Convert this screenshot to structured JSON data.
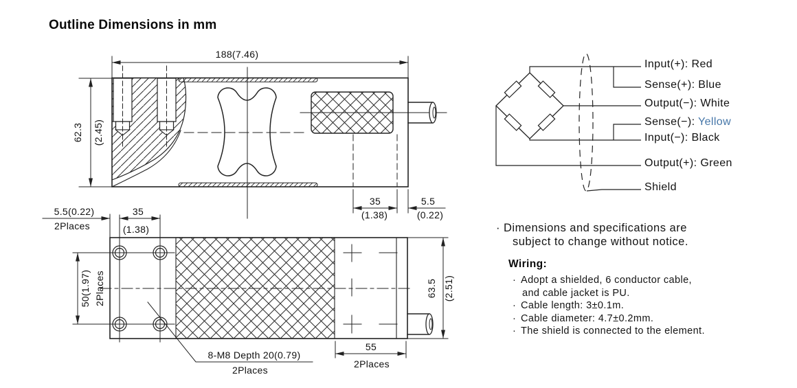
{
  "title": "Outline Dimensions in mm",
  "colors": {
    "line": "#222222",
    "text": "#111111",
    "yellow_label": "#4576a8",
    "background": "#ffffff"
  },
  "top_view": {
    "length": "188(7.46)",
    "height": "62.3",
    "height_in": "(2.45)",
    "offset_35": "35",
    "offset_35_in": "(1.38)",
    "edge_5p5": "5.5",
    "edge_5p5_in": "(0.22)"
  },
  "bottom_view": {
    "edge": "5.5(0.22)",
    "edge_places": "2Places",
    "pitch_35": "35",
    "pitch_35_in": "(1.38)",
    "pitch_50": "50(1.97)",
    "pitch_50_places": "2Places",
    "width": "63.5",
    "width_in": "(2.51)",
    "load_zone_55": "55",
    "load_zone_places": "2Places",
    "thread_note": "8-M8 Depth 20(0.79)",
    "thread_places": "2Places"
  },
  "wiring_diagram": {
    "wires": [
      {
        "label": "Input(+):",
        "color_name": "Red",
        "color": "#111111"
      },
      {
        "label": "Sense(+):",
        "color_name": "Blue",
        "color": "#111111"
      },
      {
        "label": "Output(−):",
        "color_name": "White",
        "color": "#111111"
      },
      {
        "label": "Sense(−):",
        "color_name": "Yellow",
        "color": "#4576a8"
      },
      {
        "label": "Input(−):",
        "color_name": "Black",
        "color": "#111111"
      },
      {
        "label": "Output(+):",
        "color_name": "Green",
        "color": "#111111"
      },
      {
        "label": "Shield",
        "color_name": "",
        "color": "#111111"
      }
    ]
  },
  "notes": {
    "bullet": "·",
    "disclaimer_line1": "Dimensions and specifications are",
    "disclaimer_line2": "subject to change without notice.",
    "wiring_heading": "Wiring:",
    "items": [
      {
        "lines": [
          "Adopt a shielded, 6 conductor cable,",
          "and cable jacket is PU."
        ]
      },
      {
        "lines": [
          "Cable length: 3±0.1m."
        ]
      },
      {
        "lines": [
          "Cable diameter: 4.7±0.2mm."
        ]
      },
      {
        "lines": [
          "The shield is connected to the element."
        ]
      }
    ]
  }
}
